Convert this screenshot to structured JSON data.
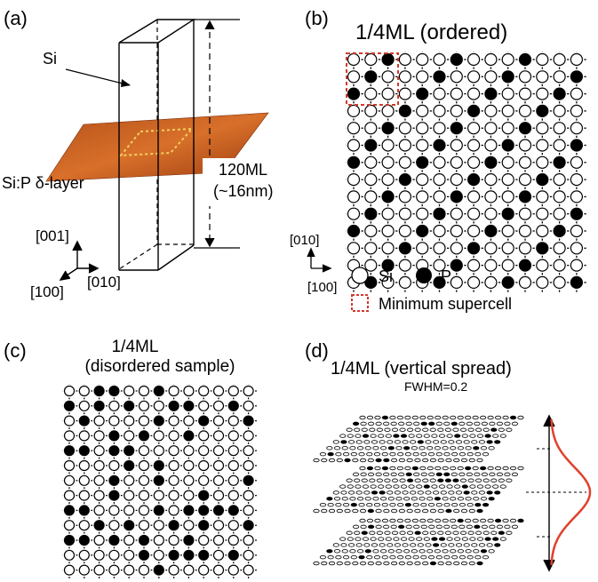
{
  "panels": {
    "a": {
      "tag": "(a)",
      "si_label": "Si",
      "layer_label": "Si:P δ-layer",
      "thickness_line1": "120ML",
      "thickness_line2": "(~16nm)",
      "axis_001": "[001]",
      "axis_100": "[100]",
      "axis_010": "[010]",
      "colors": {
        "surface_dark": "#8a2e00",
        "surface_light": "#e07a26",
        "dotted_cell": "#f2d060"
      }
    },
    "b": {
      "tag": "(b)",
      "title": "1/4ML (ordered)",
      "axis_010": "[010]",
      "axis_100": "[100]",
      "legend_si": "Si",
      "legend_p": "P",
      "legend_cell": "Minimum supercell",
      "colors": {
        "supercell": "#d03a2c"
      }
    },
    "c": {
      "tag": "(c)",
      "title_line1": "1/4ML",
      "title_line2": "(disordered sample)"
    },
    "d": {
      "tag": "(d)",
      "title": "1/4ML (vertical spread)",
      "subtitle": "FWHM=0.2",
      "colors": {
        "gaussian": "#e0402c"
      }
    }
  }
}
